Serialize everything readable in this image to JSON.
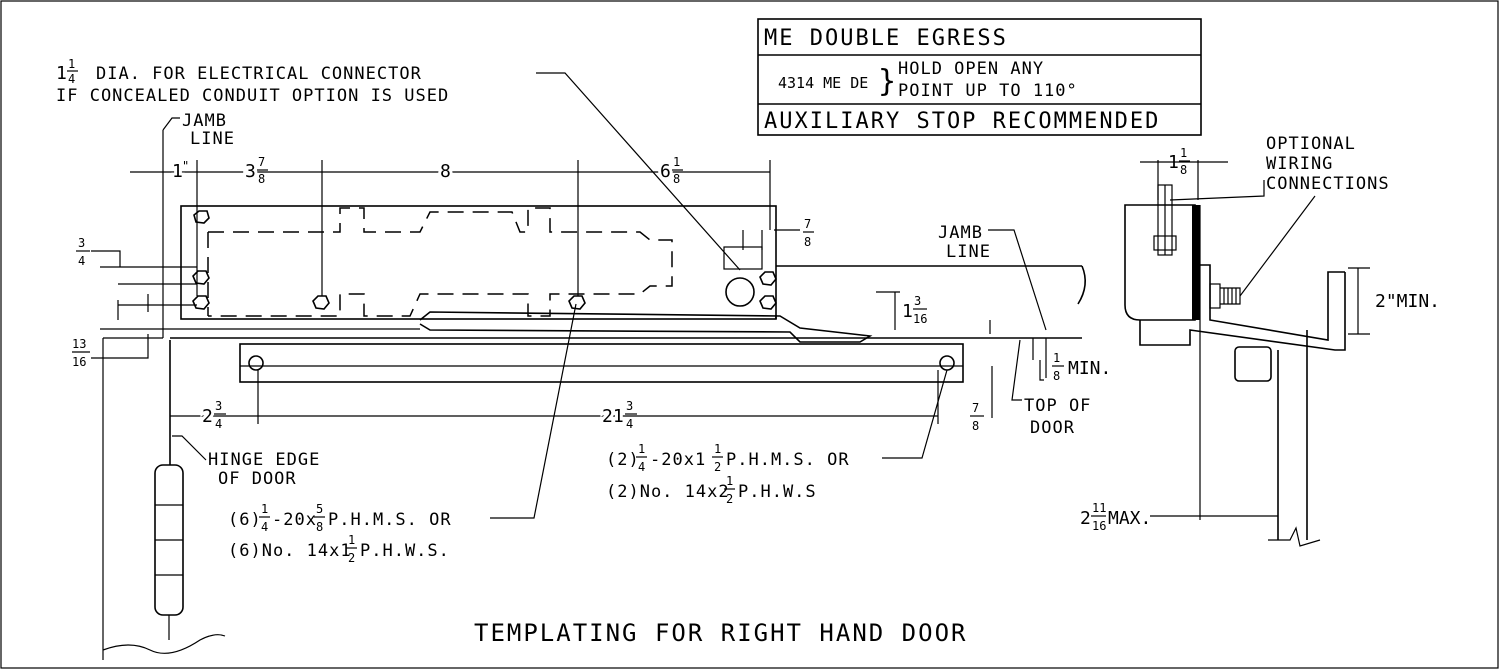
{
  "title_block": {
    "row1": "ME DOUBLE EGRESS",
    "model": "4314 ME DE",
    "brace": "}",
    "desc_line1": "HOLD OPEN ANY",
    "desc_line2": "POINT UP TO 110°",
    "row3": "AUXILIARY STOP RECOMMENDED"
  },
  "notes": {
    "electrical_whole": "1",
    "electrical_num": "1",
    "electrical_den": "4",
    "electrical_line1": "DIA. FOR ELECTRICAL CONNECTOR",
    "electrical_line2": "IF CONCEALED CONDUIT OPTION IS USED",
    "jamb_line_1a": "JAMB",
    "jamb_line_1b": "LINE",
    "jamb_line_2a": "JAMB",
    "jamb_line_2b": "LINE",
    "hinge_edge_a": "HINGE EDGE",
    "hinge_edge_b": "OF DOOR",
    "top_of_door_a": "TOP OF",
    "top_of_door_b": "DOOR",
    "optional_wiring_a": "OPTIONAL",
    "optional_wiring_b": "WIRING",
    "optional_wiring_c": "CONNECTIONS",
    "footer": "TEMPLATING FOR RIGHT HAND DOOR"
  },
  "screws": {
    "six_a_prefix": "(6)",
    "six_a_num": "1",
    "six_a_den": "4",
    "six_a_mid": "-20x",
    "six_a_num2": "5",
    "six_a_den2": "8",
    "six_a_suffix": "P.H.M.S. OR",
    "six_b_prefix": "(6)No. 14x1",
    "six_b_num": "1",
    "six_b_den": "2",
    "six_b_suffix": "P.H.W.S.",
    "two_a_prefix": "(2)",
    "two_a_num": "1",
    "two_a_den": "4",
    "two_a_mid": "-20x1",
    "two_a_num2": "1",
    "two_a_den2": "2",
    "two_a_suffix": "P.H.M.S. OR",
    "two_b_prefix": "(2)No. 14x2",
    "two_b_num": "1",
    "two_b_den": "2",
    "two_b_suffix": "P.H.W.S"
  },
  "dims": {
    "d1_whole": "1",
    "d1_inch": "\"",
    "d2_whole": "3",
    "d2_num": "7",
    "d2_den": "8",
    "d3_whole": "8",
    "d4_whole": "6",
    "d4_num": "1",
    "d4_den": "8",
    "d5_num": "7",
    "d5_den": "8",
    "d6_num": "3",
    "d6_den": "4",
    "d7_num": "13",
    "d7_den": "16",
    "d8_whole": "1",
    "d8_num": "3",
    "d8_den": "16",
    "d9_num": "1",
    "d9_den": "8",
    "d9_suffix": "MIN.",
    "d10_whole": "2",
    "d10_num": "3",
    "d10_den": "4",
    "d11_whole": "21",
    "d11_num": "3",
    "d11_den": "4",
    "d12_num": "7",
    "d12_den": "8",
    "d13_whole": "1",
    "d13_num": "1",
    "d13_den": "8",
    "d14_text": "2\"MIN.",
    "d15_whole": "2",
    "d15_num": "11",
    "d15_den": "16",
    "d15_suffix": "MAX."
  }
}
